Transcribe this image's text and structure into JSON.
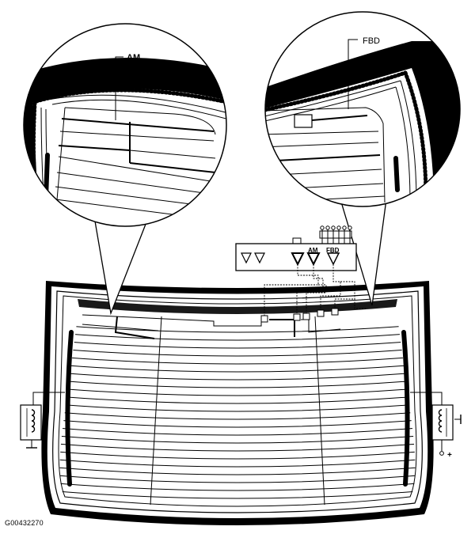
{
  "labels": {
    "callout_left": "AM",
    "callout_right": "FBD",
    "connector_am": "AM",
    "connector_fbd": "FBD",
    "positive_terminal": "+"
  },
  "figure_id": "G00432270",
  "colors": {
    "ink": "#000000",
    "paper": "#ffffff"
  },
  "icons": [
    "coil-icon",
    "ground-icon",
    "triangle-terminal-icon",
    "pin-connector-icon"
  ]
}
